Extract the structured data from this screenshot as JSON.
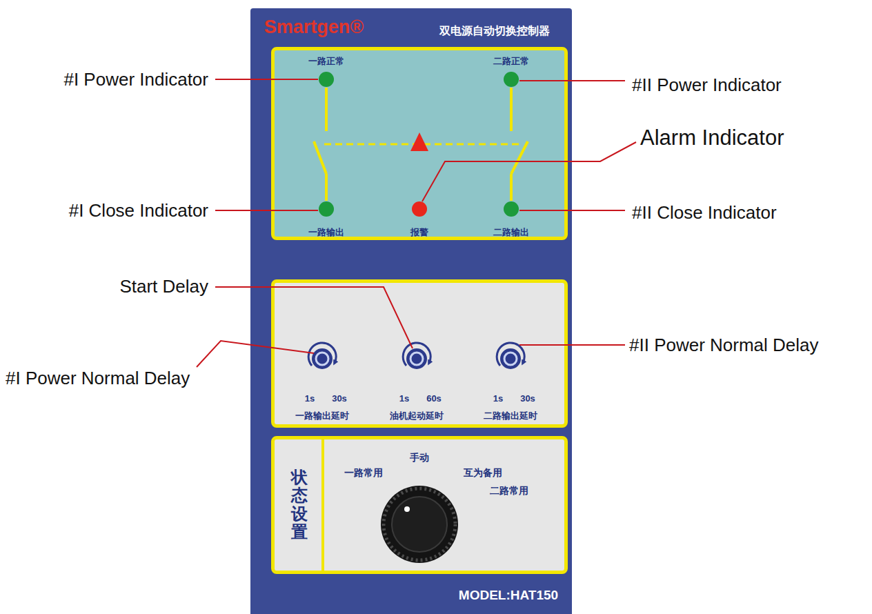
{
  "diagram": {
    "nodes": [
      {
        "text": [
          "Smartgen®",
          "双电源自动切换控制器",
          "MODEL:HAT150"
        ]
      },
      {
        "text": [
          "一路正常",
          "二路正常",
          "一路输出",
          "报警",
          "二路输出"
        ],
        "in": 0
      },
      {
        "text": [
          "1s",
          "30s",
          "一路输出延时",
          "1s",
          "60s",
          "油机起动延时",
          "1s",
          "30s",
          "二路输出延时"
        ],
        "in": 0
      },
      {
        "text": [
          "手动",
          "一路常用",
          "互为备用",
          "二路常用"
        ],
        "in": 0
      },
      {
        "text": [
          "状态设置"
        ],
        "in": 3
      }
    ],
    "labels": [
      "#I  Power Indicator",
      "#II Power Indicator",
      "Alarm Indicator",
      "#I Close Indicator",
      "#II Close Indicator",
      "Start Delay",
      "#I Power Normal Delay",
      "#II Power Normal Delay"
    ]
  }
}
